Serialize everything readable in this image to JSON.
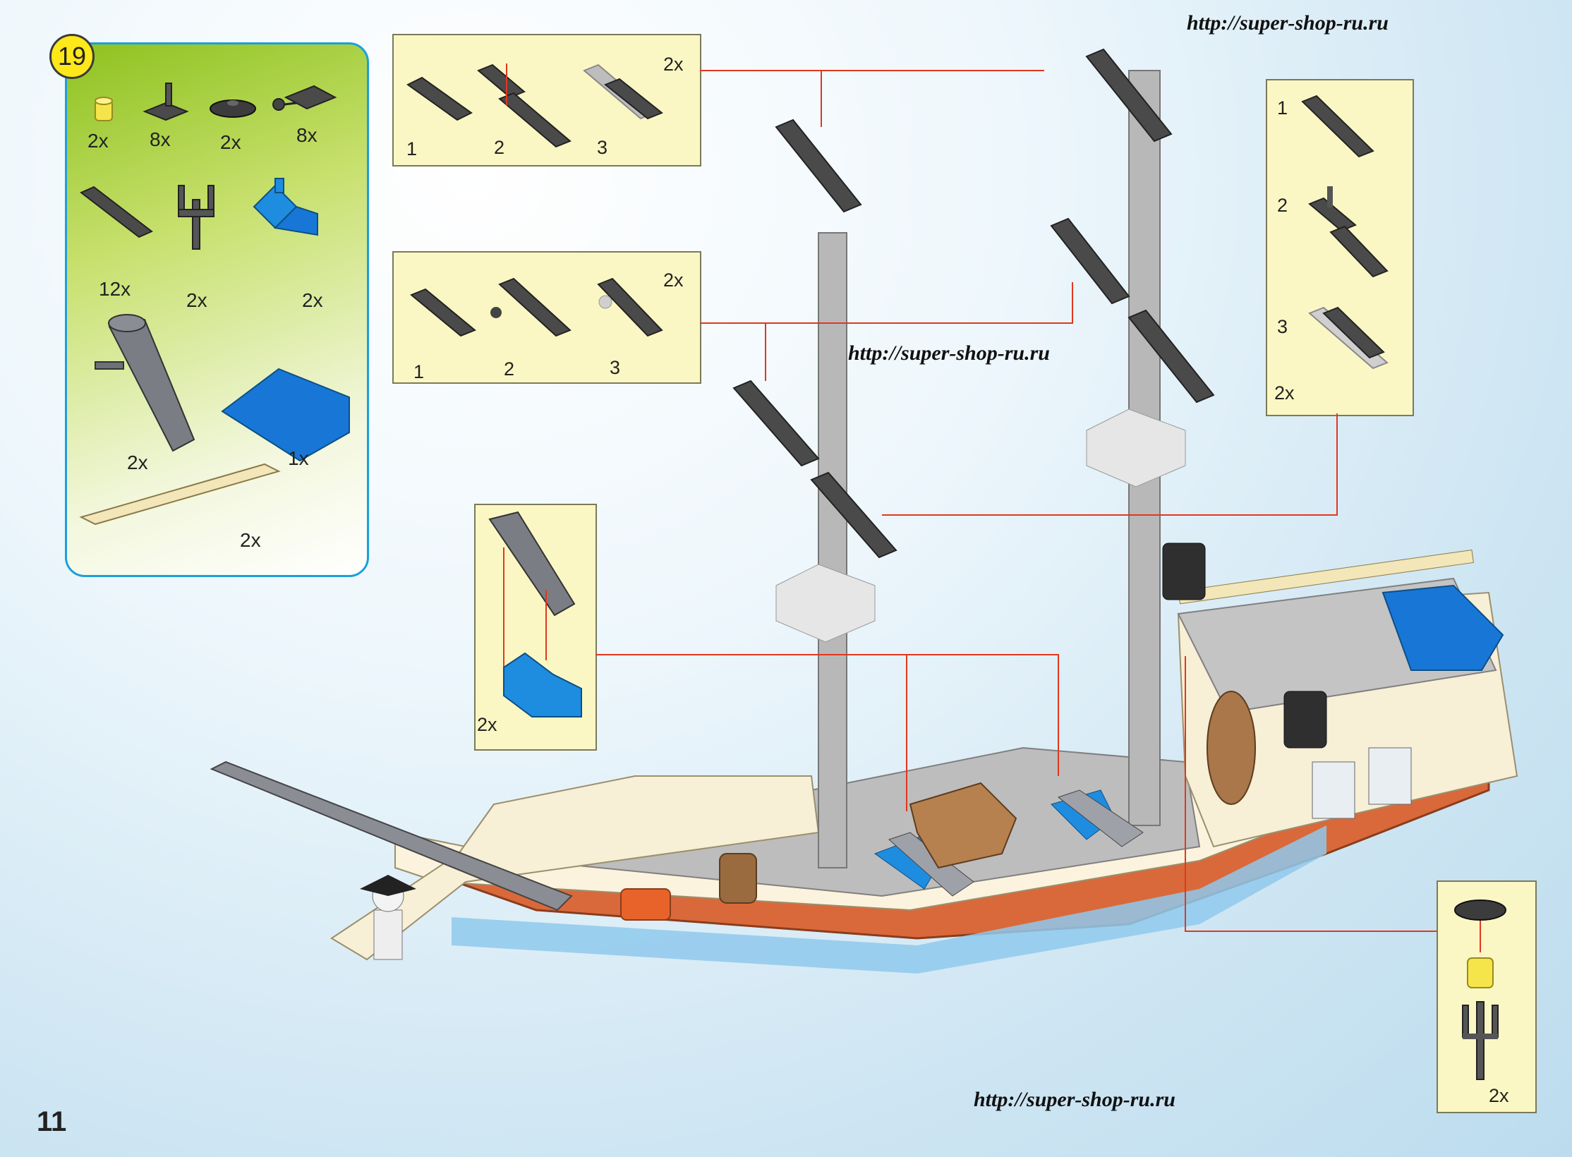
{
  "page": {
    "number": "11",
    "step": "19"
  },
  "watermarks": [
    "http://super-shop-ru.ru",
    "http://super-shop-ru.ru",
    "http://super-shop-ru.ru"
  ],
  "parts_list": [
    {
      "part": "yellow round brick 1x1",
      "qty": "2x"
    },
    {
      "part": "plate with bar handle",
      "qty": "8x"
    },
    {
      "part": "round dish 2x2",
      "qty": "2x"
    },
    {
      "part": "plate 1x2 with ball",
      "qty": "8x"
    },
    {
      "part": "plate 1x6 dark grey",
      "qty": "12x"
    },
    {
      "part": "candle holder",
      "qty": "2x"
    },
    {
      "part": "blue cannon carriage",
      "qty": "2x"
    },
    {
      "part": "cannon barrel",
      "qty": "2x"
    },
    {
      "part": "blue wedge plate",
      "qty": "1x"
    },
    {
      "part": "tan plate 1x12",
      "qty": "2x"
    }
  ],
  "subassembly_top": {
    "steps": [
      "1",
      "2",
      "3"
    ],
    "qty": "2x"
  },
  "subassembly_middle": {
    "steps": [
      "1",
      "2",
      "3"
    ],
    "qty": "2x"
  },
  "subassembly_right": {
    "steps": [
      "1",
      "2",
      "3"
    ],
    "qty": "2x"
  },
  "subassembly_cannon": {
    "qty": "2x"
  },
  "subassembly_lantern": {
    "qty": "2x"
  },
  "colors": {
    "panel_border": "#1aa0dc",
    "panel_green": "#8ec21f",
    "subpanel_bg": "#fbf7c4",
    "arrow": "#e2371f",
    "hull_orange": "#d9693a",
    "hull_blue": "#8fc9ec",
    "brick_dark": "#3f3f3f",
    "brick_blue": "#1877d6",
    "brick_tan": "#f3e6b8"
  }
}
